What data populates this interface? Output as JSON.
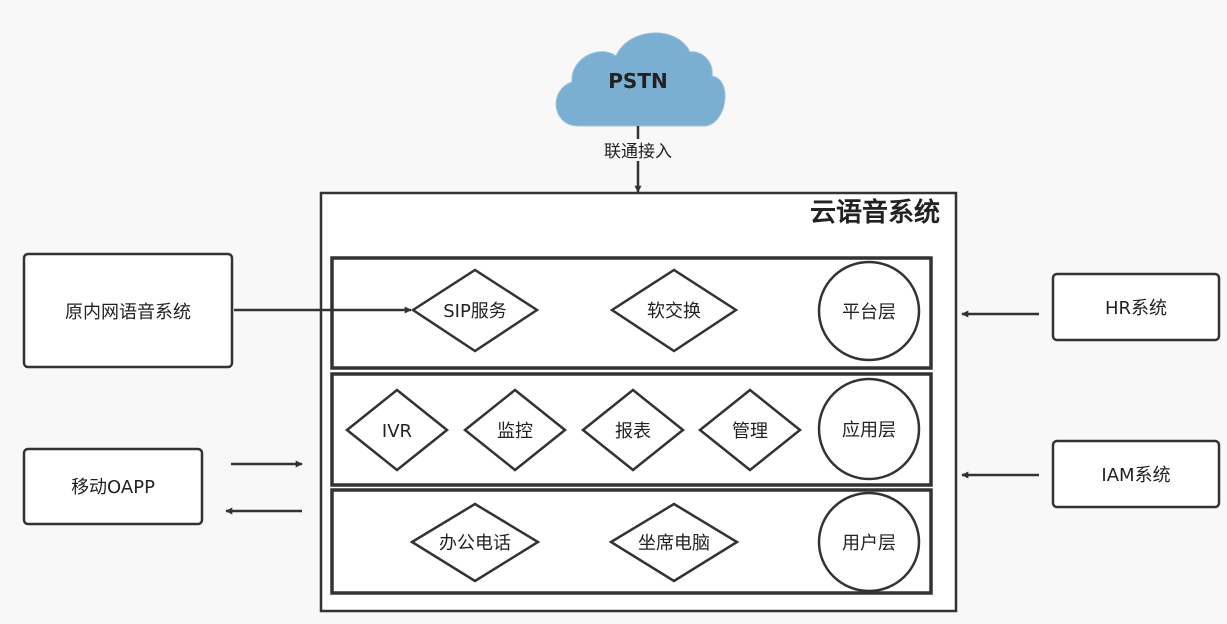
{
  "cloud": {
    "label": "PSTN"
  },
  "connection_label": "联通接入",
  "system": {
    "title": "云语音系统"
  },
  "layers": {
    "platform": {
      "label": "平台层",
      "items": [
        "SIP服务",
        "软交换"
      ]
    },
    "application": {
      "label": "应用层",
      "items": [
        "IVR",
        "监控",
        "报表",
        "管理"
      ]
    },
    "user": {
      "label": "用户层",
      "items": [
        "办公电话",
        "坐席电脑"
      ]
    }
  },
  "external": {
    "legacy_voice": "原内网语音系统",
    "mobile_app": "移动OAPP",
    "hr": "HR系统",
    "iam": "IAM系统"
  },
  "colors": {
    "cloud_fill": "#7aafd2",
    "line": "#333333",
    "background": "#f8f8f8",
    "box_fill": "#ffffff"
  }
}
